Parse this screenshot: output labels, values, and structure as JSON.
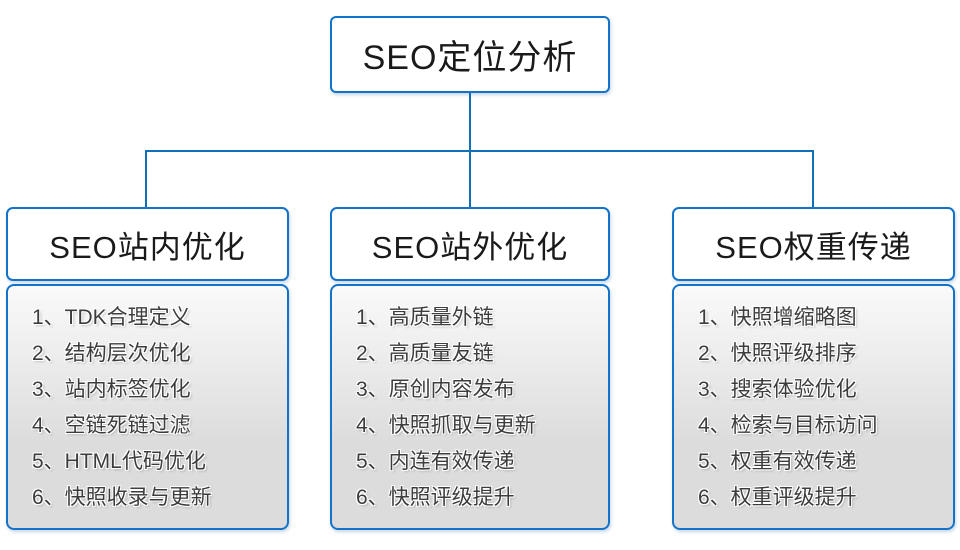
{
  "diagram": {
    "root": {
      "label": "SEO定位分析"
    },
    "branches": [
      {
        "title": "SEO站内优化",
        "items": [
          "1、TDK合理定义",
          "2、结构层次优化",
          "3、站内标签优化",
          "4、空链死链过滤",
          "5、HTML代码优化",
          "6、快照收录与更新"
        ]
      },
      {
        "title": "SEO站外优化",
        "items": [
          "1、高质量外链",
          "2、高质量友链",
          "3、原创内容发布",
          "4、快照抓取与更新",
          "5、内连有效传递",
          "6、快照评级提升"
        ]
      },
      {
        "title": "SEO权重传递",
        "items": [
          "1、快照增缩略图",
          "2、快照评级排序",
          "3、搜索体验优化",
          "4、检索与目标访问",
          "5、权重有效传递",
          "6、权重评级提升"
        ]
      }
    ]
  },
  "colors": {
    "accent": "#1373c8",
    "line": "#1070b8",
    "title_text": "#1a1a1a",
    "item_text": "#3c3c3c",
    "list_bg_top": "#fafafa",
    "list_bg_bottom": "#dcdcdc"
  }
}
